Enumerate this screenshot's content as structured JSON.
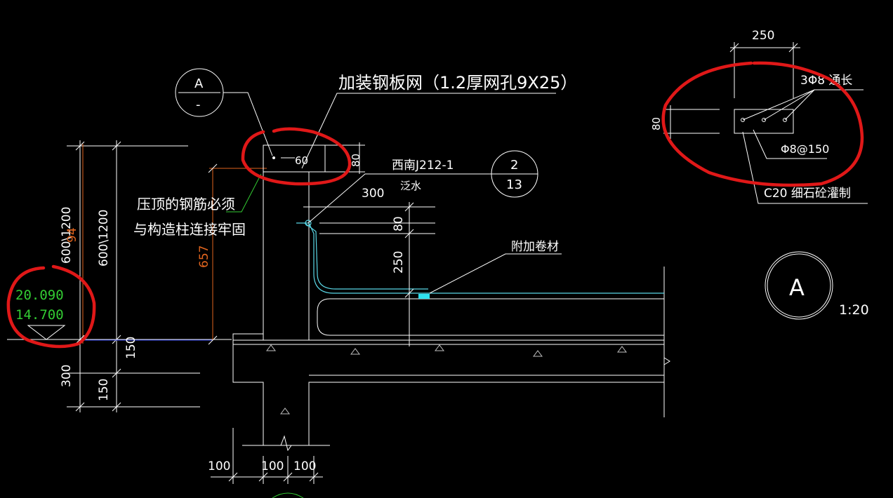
{
  "drawing": {
    "title_note": "加装钢板网（1.2厚网孔9X25）",
    "note_line1": "压顶的钢筋必须",
    "note_line2": "与构造柱连接牢固",
    "std_ref": "西南J212-1",
    "std_ref_sub": "泛水",
    "extra_membrane": "附加卷材",
    "detail_bubble_top": "A",
    "detail_bubble_bottom": "-",
    "ref_bubble_top": "2",
    "ref_bubble_bottom": "13",
    "section_bubble": "A",
    "section_scale": "1:20",
    "elev_1": "20.090",
    "elev_2": "14.700",
    "rebar_main": "3Φ8 通长",
    "rebar_stirrup": "Φ8@150",
    "concrete": "C20 细石砼灌制"
  },
  "dimensions": {
    "top_250": "250",
    "sec_80": "80",
    "d60": "60",
    "d80": "80",
    "d300": "300",
    "d80b": "80",
    "d250": "250",
    "d657": "657",
    "d600_1200_left": "600\\1200",
    "d600_1200_right": "600\\1200",
    "d94": "94",
    "d150a": "150",
    "d300b": "300",
    "d150b": "150",
    "d100a": "100",
    "d100b": "100",
    "d100c": "100"
  }
}
